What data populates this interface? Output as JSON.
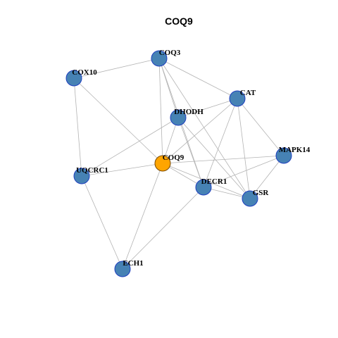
{
  "graph": {
    "title": "COQ9",
    "colors": {
      "node": "#4682b4",
      "center_node": "#ffa500",
      "edge": "#b3b3b3",
      "node_border": "#1f3fbf"
    },
    "nodes": [
      {
        "id": "COQ3",
        "label": "COQ3"
      },
      {
        "id": "COX10",
        "label": "COX10"
      },
      {
        "id": "CAT",
        "label": "CAT"
      },
      {
        "id": "DHODH",
        "label": "DHODH"
      },
      {
        "id": "MAPK14",
        "label": "MAPK14"
      },
      {
        "id": "COQ9",
        "label": "COQ9",
        "center": true
      },
      {
        "id": "UQCRC1",
        "label": "UQCRC1"
      },
      {
        "id": "DECR1",
        "label": "DECR1"
      },
      {
        "id": "GSR",
        "label": "GSR"
      },
      {
        "id": "ECH1",
        "label": "ECH1"
      }
    ],
    "edges": [
      [
        "COQ3",
        "COX10"
      ],
      [
        "COQ3",
        "CAT"
      ],
      [
        "COQ3",
        "DHODH"
      ],
      [
        "COQ3",
        "COQ9"
      ],
      [
        "COQ3",
        "DECR1"
      ],
      [
        "COQ3",
        "GSR"
      ],
      [
        "COX10",
        "COQ9"
      ],
      [
        "COX10",
        "UQCRC1"
      ],
      [
        "CAT",
        "DHODH"
      ],
      [
        "CAT",
        "COQ9"
      ],
      [
        "CAT",
        "DECR1"
      ],
      [
        "CAT",
        "GSR"
      ],
      [
        "CAT",
        "MAPK14"
      ],
      [
        "DHODH",
        "COQ9"
      ],
      [
        "DHODH",
        "DECR1"
      ],
      [
        "DHODH",
        "GSR"
      ],
      [
        "DHODH",
        "UQCRC1"
      ],
      [
        "MAPK14",
        "COQ9"
      ],
      [
        "MAPK14",
        "DECR1"
      ],
      [
        "MAPK14",
        "GSR"
      ],
      [
        "COQ9",
        "UQCRC1"
      ],
      [
        "COQ9",
        "DECR1"
      ],
      [
        "COQ9",
        "GSR"
      ],
      [
        "COQ9",
        "ECH1"
      ],
      [
        "UQCRC1",
        "ECH1"
      ],
      [
        "DECR1",
        "GSR"
      ],
      [
        "DECR1",
        "ECH1"
      ]
    ]
  }
}
